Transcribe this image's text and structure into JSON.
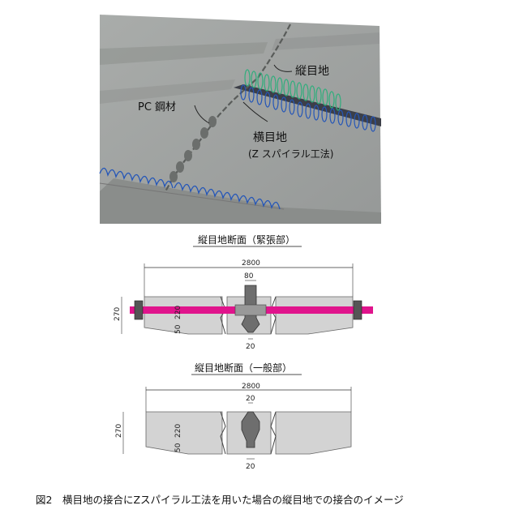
{
  "render": {
    "labels": {
      "longitudinal_joint": "縦目地",
      "pc_steel": "PC 鋼材",
      "transverse_joint": "横目地",
      "z_spiral": "(Z スパイラル工法)"
    }
  },
  "sections": [
    {
      "title": "縦目地断面（緊張部）",
      "dims": {
        "width": "2800",
        "height": "270",
        "h1": "220",
        "h2": "50",
        "top": "80",
        "bottom": "20"
      }
    },
    {
      "title": "縦目地断面（一般部）",
      "dims": {
        "width": "2800",
        "height": "270",
        "h1": "220",
        "h2": "50",
        "top": "20",
        "bottom": "20"
      }
    }
  ],
  "caption": "図2　横目地の接合にZスパイラル工法を用いた場合の縦目地での接合のイメージ",
  "colors": {
    "slab": "#9ea19f",
    "concrete": "#d3d3d3",
    "pc_bar": "#e0148c",
    "spiral_blue": "#2456b8",
    "spiral_green": "#2fae7c"
  }
}
